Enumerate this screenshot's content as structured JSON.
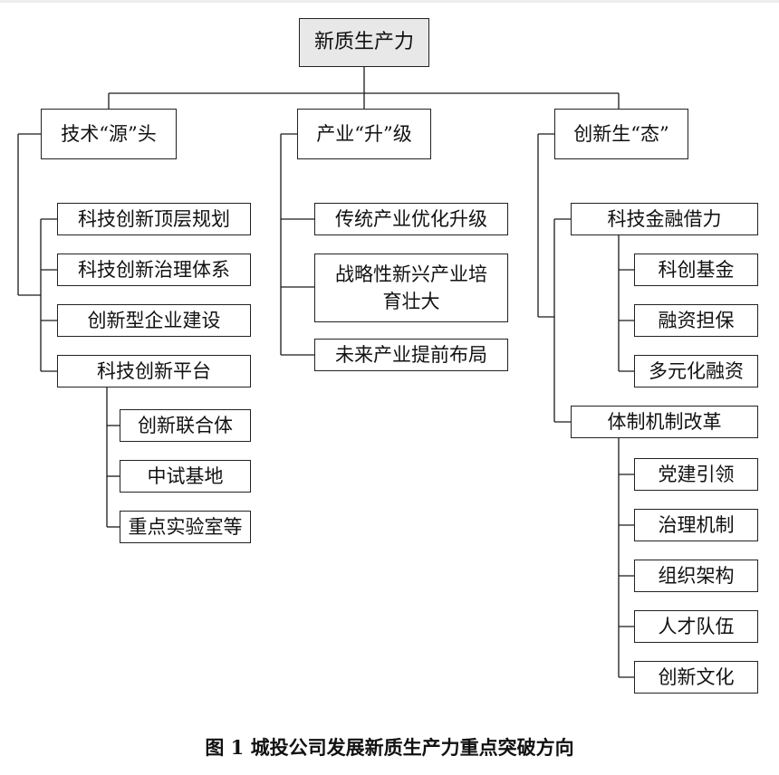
{
  "root": "新质生产力",
  "branches": [
    {
      "label": "技术“源”头",
      "children": [
        {
          "label": "科技创新顶层规划"
        },
        {
          "label": "科技创新治理体系"
        },
        {
          "label": "创新型企业建设"
        },
        {
          "label": "科技创新平台",
          "children": [
            "创新联合体",
            "中试基地",
            "重点实验室等"
          ]
        }
      ]
    },
    {
      "label": "产业“升”级",
      "children": [
        {
          "label": "传统产业优化升级"
        },
        {
          "label": "战略性新兴产业培育壮大"
        },
        {
          "label": "未来产业提前布局"
        }
      ]
    },
    {
      "label": "创新生“态”",
      "children": [
        {
          "label": "科技金融借力",
          "children": [
            "科创基金",
            "融资担保",
            "多元化融资"
          ]
        },
        {
          "label": "体制机制改革",
          "children": [
            "党建引领",
            "治理机制",
            "组织架构",
            "人才队伍",
            "创新文化"
          ]
        }
      ]
    }
  ],
  "caption": "图 1  城投公司发展新质生产力重点突破方向"
}
